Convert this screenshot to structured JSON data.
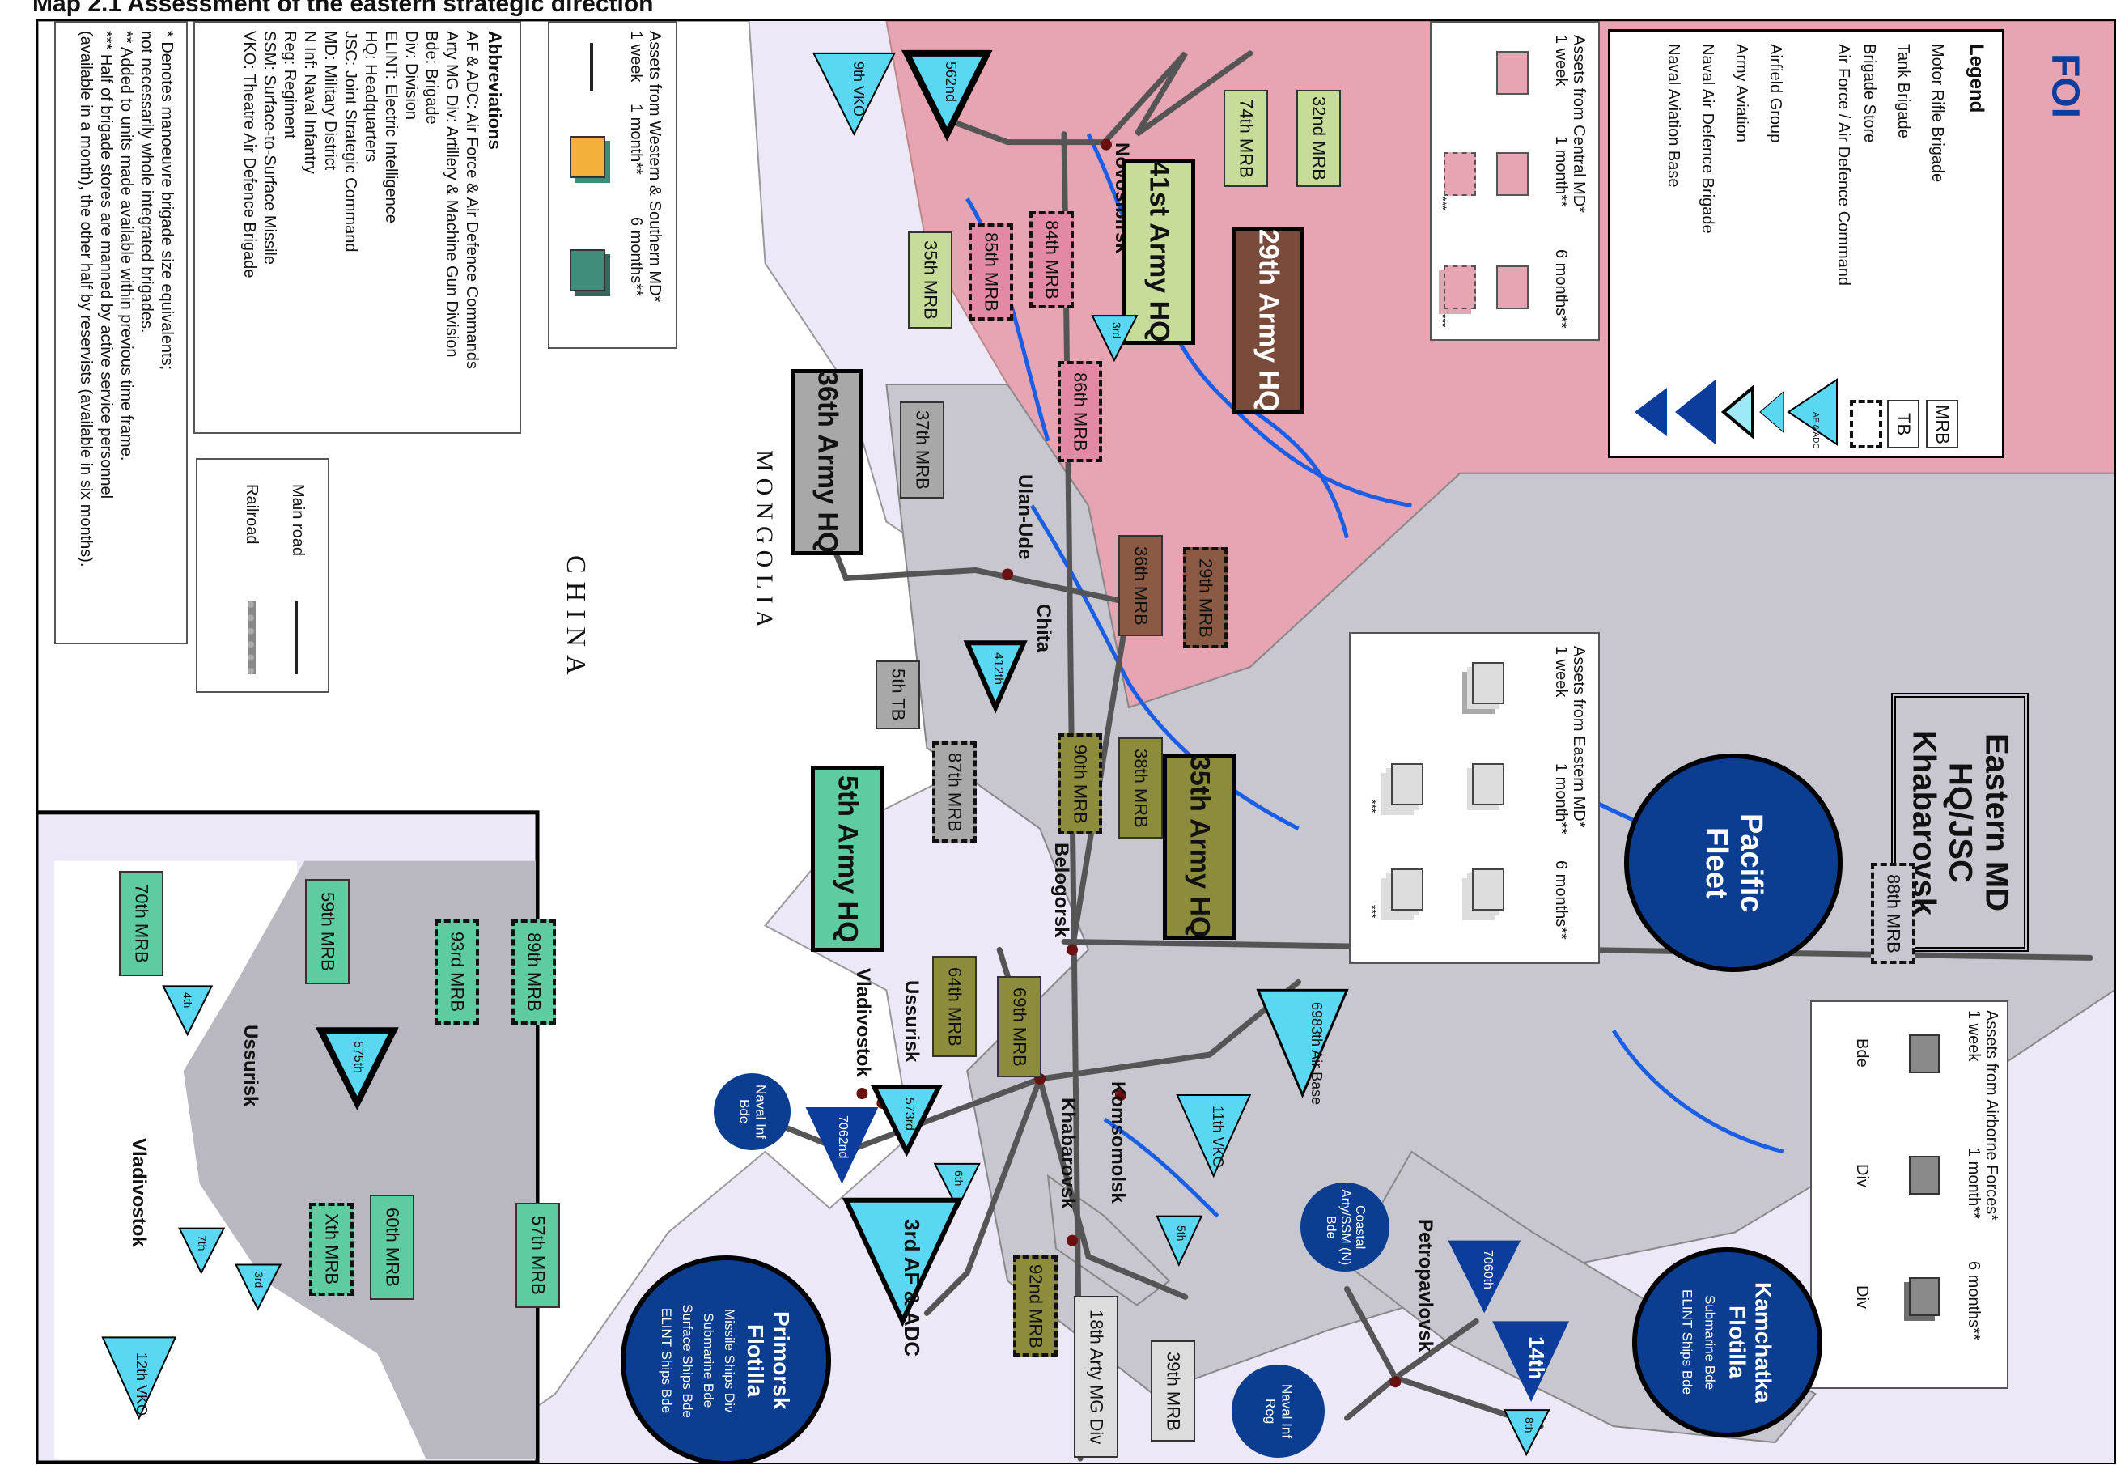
{
  "page": {
    "title": "Map 2.1 Assessment of the eastern strategic direction"
  },
  "logo": {
    "text": "FOI"
  },
  "countries": {
    "mongolia": "MONGOLIA",
    "china": "CHINA"
  },
  "cities": {
    "novosibirsk": "Novosibirsk",
    "ulan_ude": "Ulan-Ude",
    "chita": "Chita",
    "belogorsk": "Belogorsk",
    "ussurisk": "Ussurisk",
    "vladivostok": "Vladivostok",
    "khabarovsk": "Khabarovsk",
    "komsomolsk": "Komsomolsk",
    "petropavlovsk": "Petropavlovsk",
    "inset_ussurisk": "Ussurisk",
    "inset_vladivostok": "Vladivostok"
  },
  "legend": {
    "title": "Legend",
    "items": [
      "Motor Rifle Brigade",
      "Tank Brigade",
      "Brigade Store",
      "Air Force / Air Defence Command",
      "Airfield Group",
      "Army Aviation",
      "Naval Air Defence Brigade",
      "Naval Aviation Base"
    ],
    "symbols": [
      "MRB",
      "TB",
      "",
      "AF & ADC",
      "",
      "",
      "",
      ""
    ]
  },
  "assets_central": {
    "title": "Assets from Central MD*",
    "col1": "1 week",
    "col2": "1 month**",
    "col3": "6 months**",
    "stars": "***"
  },
  "assets_western": {
    "title": "Assets from Western & Southern MD*",
    "col1": "1 week",
    "col2": "1 month**",
    "col3": "6 months**"
  },
  "assets_eastern": {
    "title": "Assets from Eastern MD*",
    "col1": "1 week",
    "col2": "1 month**",
    "col3": "6 months**",
    "stars": "***"
  },
  "assets_airborne": {
    "title": "Assets from Airborne Forces*",
    "col1": "1 week",
    "col2": "1 month**",
    "col3": "6 months**",
    "lab1": "Bde",
    "lab2": "Div",
    "lab3": "Div"
  },
  "abbreviations": {
    "title": "Abbreviations",
    "lines": [
      "AF & ADC: Air Force & Air Defence Commands",
      "Arty MG Div: Artillery & Machine Gun Division",
      "Bde: Brigade",
      "Div: Division",
      "ELINT: Electric Intelligence",
      "HQ: Headquarters",
      "JSC: Joint Strategic Command",
      "MD: Military District",
      "N Inf: Naval Infantry",
      "Reg: Regiment",
      "SSM: Surface-to-Surface Missile",
      "VKO: Theatre Air Defence Brigade"
    ]
  },
  "footnotes": [
    "* Denotes manoeuvre brigade size equivalents;",
    "not necessarily whole integrated brigades.",
    "** Added to units made available within previous time frame.",
    "*** Half of brigade stores are manned by active service personnel",
    "(available in a month), the other half by reservists (available in six months)."
  ],
  "roads": {
    "main": "Main road",
    "rail": "Railroad"
  },
  "hqs": {
    "eastern": "Eastern MD HQ/JSC Khabarovsk",
    "a29": "29th Army HQ",
    "a41": "41st Army HQ",
    "a36": "36th Army HQ",
    "a35": "35th Army HQ",
    "a5": "5th Army HQ"
  },
  "units": {
    "m32": "32nd MRB",
    "m74": "74th MRB",
    "m84": "84th MRB",
    "m85": "85th MRB",
    "m35": "35th MRB",
    "m86": "86th MRB",
    "m37": "37th MRB",
    "m36": "36th MRB",
    "m29": "29th MRB",
    "t5": "5th TB",
    "m87": "87th MRB",
    "m90": "90th MRB",
    "m38": "38th MRB",
    "m64": "64th MRB",
    "m69": "69th MRB",
    "m88": "88th MRB",
    "m92": "92nd MRB",
    "arty18": "18th Arty MG Div",
    "m39": "39th MRB",
    "i70": "70th MRB",
    "i59": "59th MRB",
    "i93": "93rd MRB",
    "i89": "89th MRB",
    "i60": "60th MRB",
    "ix": "Xth MRB",
    "i57": "57th MRB"
  },
  "triangles": {
    "vko9": "9th VKO",
    "t562": "562nd",
    "t3": "3rd",
    "t412": "412th",
    "t6983": "6983th Air Base",
    "vko11": "11th VKO",
    "t5": "5th",
    "t573": "573rd",
    "t6": "6th",
    "t7062": "7062nd",
    "af3": "3rd AF & ADC",
    "t7060": "7060th",
    "t14": "14th",
    "t8": "8th",
    "i4": "4th",
    "i575": "575th",
    "i7": "7th",
    "i3": "3rd",
    "vko12": "12th VKO"
  },
  "circles": {
    "pacific": "Pacific Fleet",
    "naval_inf_bde": "Naval Inf Bde",
    "coastal": "Coastal Arty/SSM (N) Bde",
    "primorsk_title": "Primorsk Flotilla",
    "primorsk_lines": [
      "Missile Ships Div",
      "Submarine Bde",
      "Surface Ships Bde",
      "ELINT Ships Bde"
    ],
    "kamchatka_title": "Kamchatka Flotilla",
    "kamchatka_lines": [
      "Submarine Bde",
      "ELINT Ships Bde"
    ],
    "naval_inf_reg": "Naval Inf Reg"
  },
  "colors": {
    "central_md": "#e7a5b4",
    "eastern_md": "#c8c6cf",
    "sea": "#ece8f7",
    "river": "#1a5ee6",
    "mrb_green": "#c8dc9a",
    "mrb_olive": "#8c8c3c",
    "mrb_brown": "#8a5a44",
    "mrb_grey": "#a8a8a8",
    "mrb_pink": "#e28aa3",
    "mrb_teal": "#5ecba1",
    "tri_light": "#5ad7f2",
    "tri_dark": "#0d3d9c",
    "navy": "#0b3d91"
  }
}
